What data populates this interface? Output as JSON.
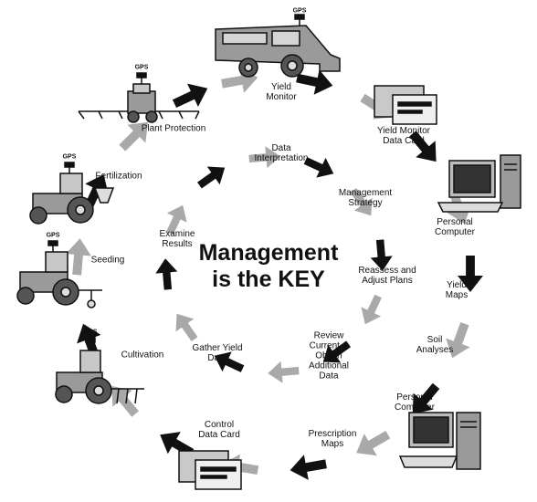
{
  "center_title": "Management\nis the KEY",
  "gps_label": "GPS",
  "outer_labels": {
    "yield_monitor": "Yield\nMonitor",
    "yield_monitor_data_card": "Yield Monitor\nData Card",
    "personal_computer_1": "Personal\nComputer",
    "yield_maps": "Yield\nMaps",
    "soil_analyses": "Soil\nAnalyses",
    "personal_computer_2": "Personal\nComputer",
    "prescription_maps": "Prescription\nMaps",
    "control_data_card": "Control\nData Card",
    "cultivation": "Cultivation",
    "seeding": "Seeding",
    "fertilization": "Fertilization",
    "plant_protection": "Plant Protection"
  },
  "inner_labels": {
    "data_interpretation": "Data\nInterpretation",
    "management_strategy": "Management\nStrategy",
    "reassess_and_adjust_plans": "Reassess and\nAdjust Plans",
    "review_current_obtain_additional_data": "Review\nCurrent &\nObtain\nAdditional\nData",
    "gather_yield_data": "Gather Yield\nData",
    "examine_results": "Examine\nResults"
  },
  "colors": {
    "arrow_dark": "#111111",
    "arrow_light": "#a9a9a9",
    "equipment": "#9a9a9a",
    "outline": "#111111"
  }
}
